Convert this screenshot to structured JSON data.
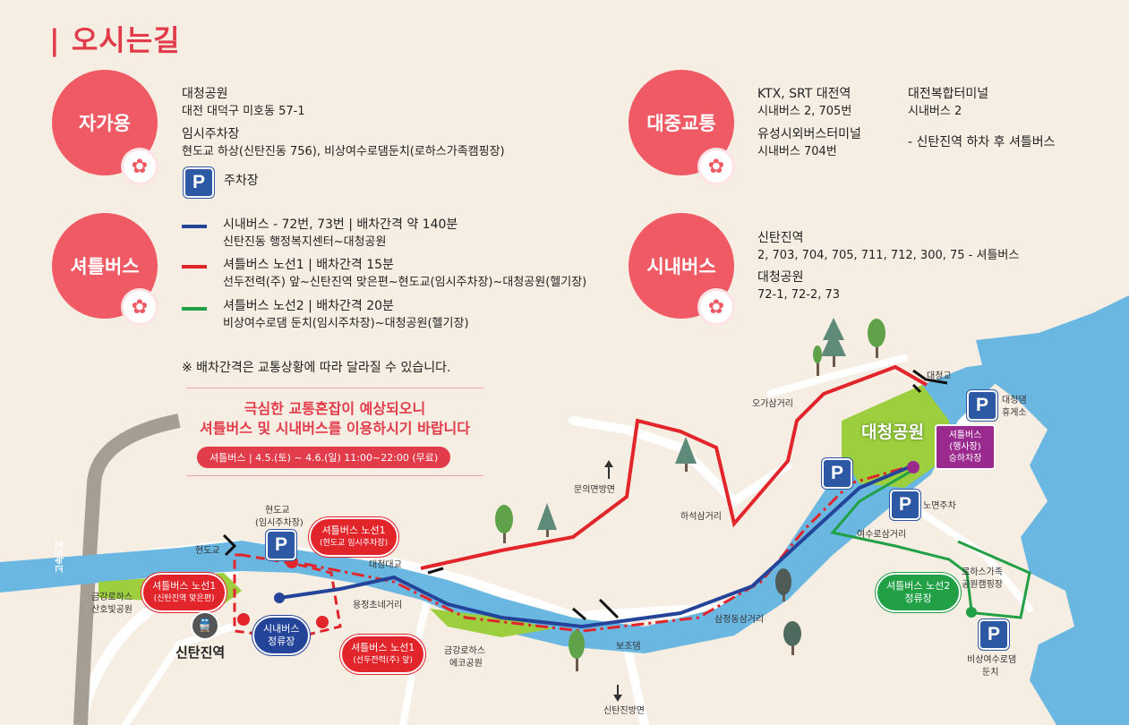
{
  "title": "| 오시는길",
  "sections": {
    "car": {
      "label": "자가용",
      "place1_name": "대청공원",
      "place1_addr": "대전 대덕구 미호동 57-1",
      "place2_name": "임시주차장",
      "place2_addr": "현도교 하상(신탄진동 756), 비상여수로댐둔치(로하스가족캠핑장)",
      "parking_label": "주차장"
    },
    "shuttle": {
      "label": "셔틀버스",
      "lines": [
        {
          "color": "#24449a",
          "title": "시내버스 - 72번, 73번 | 배차간격 약 140분",
          "route": "신탄진동 행정복지센터~대청공원"
        },
        {
          "color": "#e2242b",
          "title": "셔틀버스 노선1 | 배차간격 15분",
          "route": "선두전력(주) 앞~신탄진역 맞은편~현도교(임시주차장)~대청공원(헬기장)"
        },
        {
          "color": "#21a046",
          "title": "셔틀버스 노선2 | 배차간격 20분",
          "route": "비상여수로댐 둔치(임시주차장)~대청공원(헬기장)"
        }
      ],
      "note": "※ 배차간격은 교통상황에 따라 달라질 수 있습니다."
    },
    "public": {
      "label": "대중교통",
      "col1_a_title": "KTX, SRT 대전역",
      "col1_a_sub": "시내버스 2, 705번",
      "col1_b_title": "유성시외버스터미널",
      "col1_b_sub": "시내버스 704번",
      "col2_a_title": "대전복합터미널",
      "col2_a_sub": "시내버스 2",
      "col2_note": "- 신탄진역 하차 후 셔틀버스"
    },
    "citybus": {
      "label": "시내버스",
      "a_title": "신탄진역",
      "a_sub": "2, 703, 704, 705, 711, 712, 300, 75 - 셔틀버스",
      "b_title": "대청공원",
      "b_sub": "72-1, 72-2, 73"
    }
  },
  "notice": {
    "line1": "극심한 교통혼잡이 예상되오니",
    "line2": "셔틀버스 및 시내버스를 이용하시기 바랍니다",
    "pill": "셔틀버스 |    4.5.(토) ~ 4.6.(일)  11:00~22:00 (무료)"
  },
  "map": {
    "park_name": "대청공원",
    "labels": {
      "daecheonggyo": "대청교",
      "ogasamgeori": "오가삼거리",
      "dam_rest1": "대청댐",
      "dam_rest2": "휴게소",
      "munui": "문의면방면",
      "haseok": "하석삼거리",
      "nomyeon": "노면주차",
      "yeosuro": "여수로삼거리",
      "lohas1": "로하스가족",
      "lohas2": "공원캠핑장",
      "samjeong": "삼정동삼거리",
      "bojo": "보조댐",
      "sintanjin_dir": "신탄진방면",
      "dam_dunchi1": "비상여수로댐",
      "dam_dunchi2": "둔치",
      "hyeondogyo_top": "현도교",
      "hyeondogyo_top2": "(임시주차장)",
      "hyeondogyo_road": "현도교",
      "daecheongdaegyo": "대청대교",
      "yongjeong": "용정초네거리",
      "geumgang_sanho1": "금강로하스",
      "geumgang_sanho2": "산호빛공원",
      "geumgang_eco1": "금강로하스",
      "geumgang_eco2": "에코공원",
      "highway": "고속도로",
      "sintanjin_station": "신탄진역",
      "shuttle_stop_title": "셔틀버스",
      "shuttle_stop_sub1": "(행사장)",
      "shuttle_stop_sub2": "승하차장"
    },
    "bubbles": {
      "route1_hyeondo_t": "셔틀버스 노선1",
      "route1_hyeondo_s": "(현도교 임시주차장)",
      "route1_station_t": "셔틀버스 노선1",
      "route1_station_s": "(신탄진역 맞은편)",
      "route1_seondu_t": "셔틀버스 노선1",
      "route1_seondu_s": "(선두전력(주) 앞)",
      "citybus_stop_t": "시내버스",
      "citybus_stop_s": "정류장",
      "route2_t": "셔틀버스 노선2",
      "route2_s": "정류장"
    },
    "parking_glyph": "P",
    "colors": {
      "river": "#6ab7e1",
      "park": "#9cce3e",
      "red": "#e2242b",
      "blue": "#24449a",
      "green": "#21a046",
      "purple": "#9b2a8e"
    }
  }
}
